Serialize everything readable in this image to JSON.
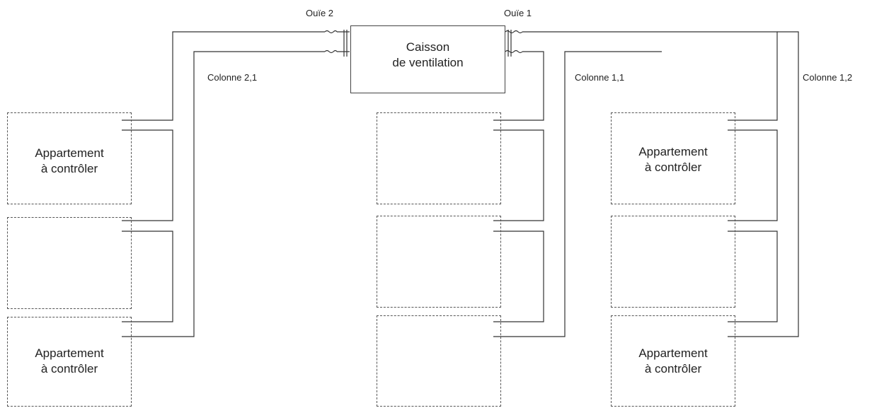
{
  "diagram": {
    "caisson": {
      "line1": "Caisson",
      "line2": "de ventilation"
    },
    "ouie1": "Ouïe 1",
    "ouie2": "Ouïe 2",
    "colonnes": {
      "c21": "Colonne 2,1",
      "c11": "Colonne 1,1",
      "c12": "Colonne 1,2"
    },
    "appartement": {
      "line1": "Appartement",
      "line2": "à contrôler"
    }
  }
}
